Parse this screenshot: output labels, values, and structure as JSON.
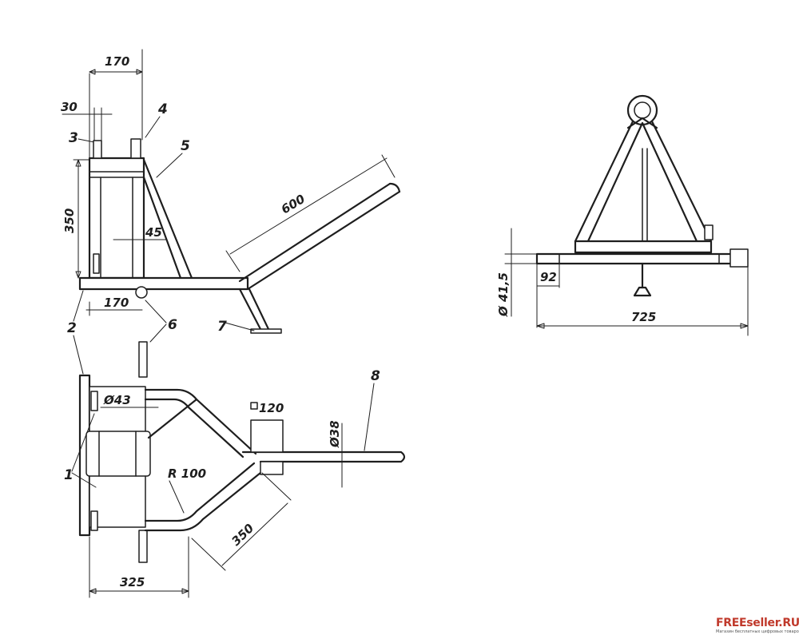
{
  "side_view": {
    "dims": {
      "width_top": "170",
      "offset_top": "30",
      "height": "350",
      "angle": "45",
      "width_bottom": "170",
      "handle_length": "600"
    },
    "callouts": [
      "3",
      "4",
      "5",
      "2",
      "6",
      "7"
    ]
  },
  "plan_view": {
    "dims": {
      "pin_diameter": "Ø43",
      "clamp_width": "120",
      "bar_diameter": "Ø38",
      "bend_radius": "R 100",
      "arm_length": "350",
      "base_width": "325"
    },
    "callouts": [
      "1",
      "8"
    ]
  },
  "front_view": {
    "dims": {
      "tube_diameter": "Ø 41,5",
      "stub_length": "92",
      "overall_width": "725"
    }
  },
  "watermark": {
    "brand": "FREEseller.RU",
    "tagline": "Магазин бесплатных цифровых товаров"
  }
}
